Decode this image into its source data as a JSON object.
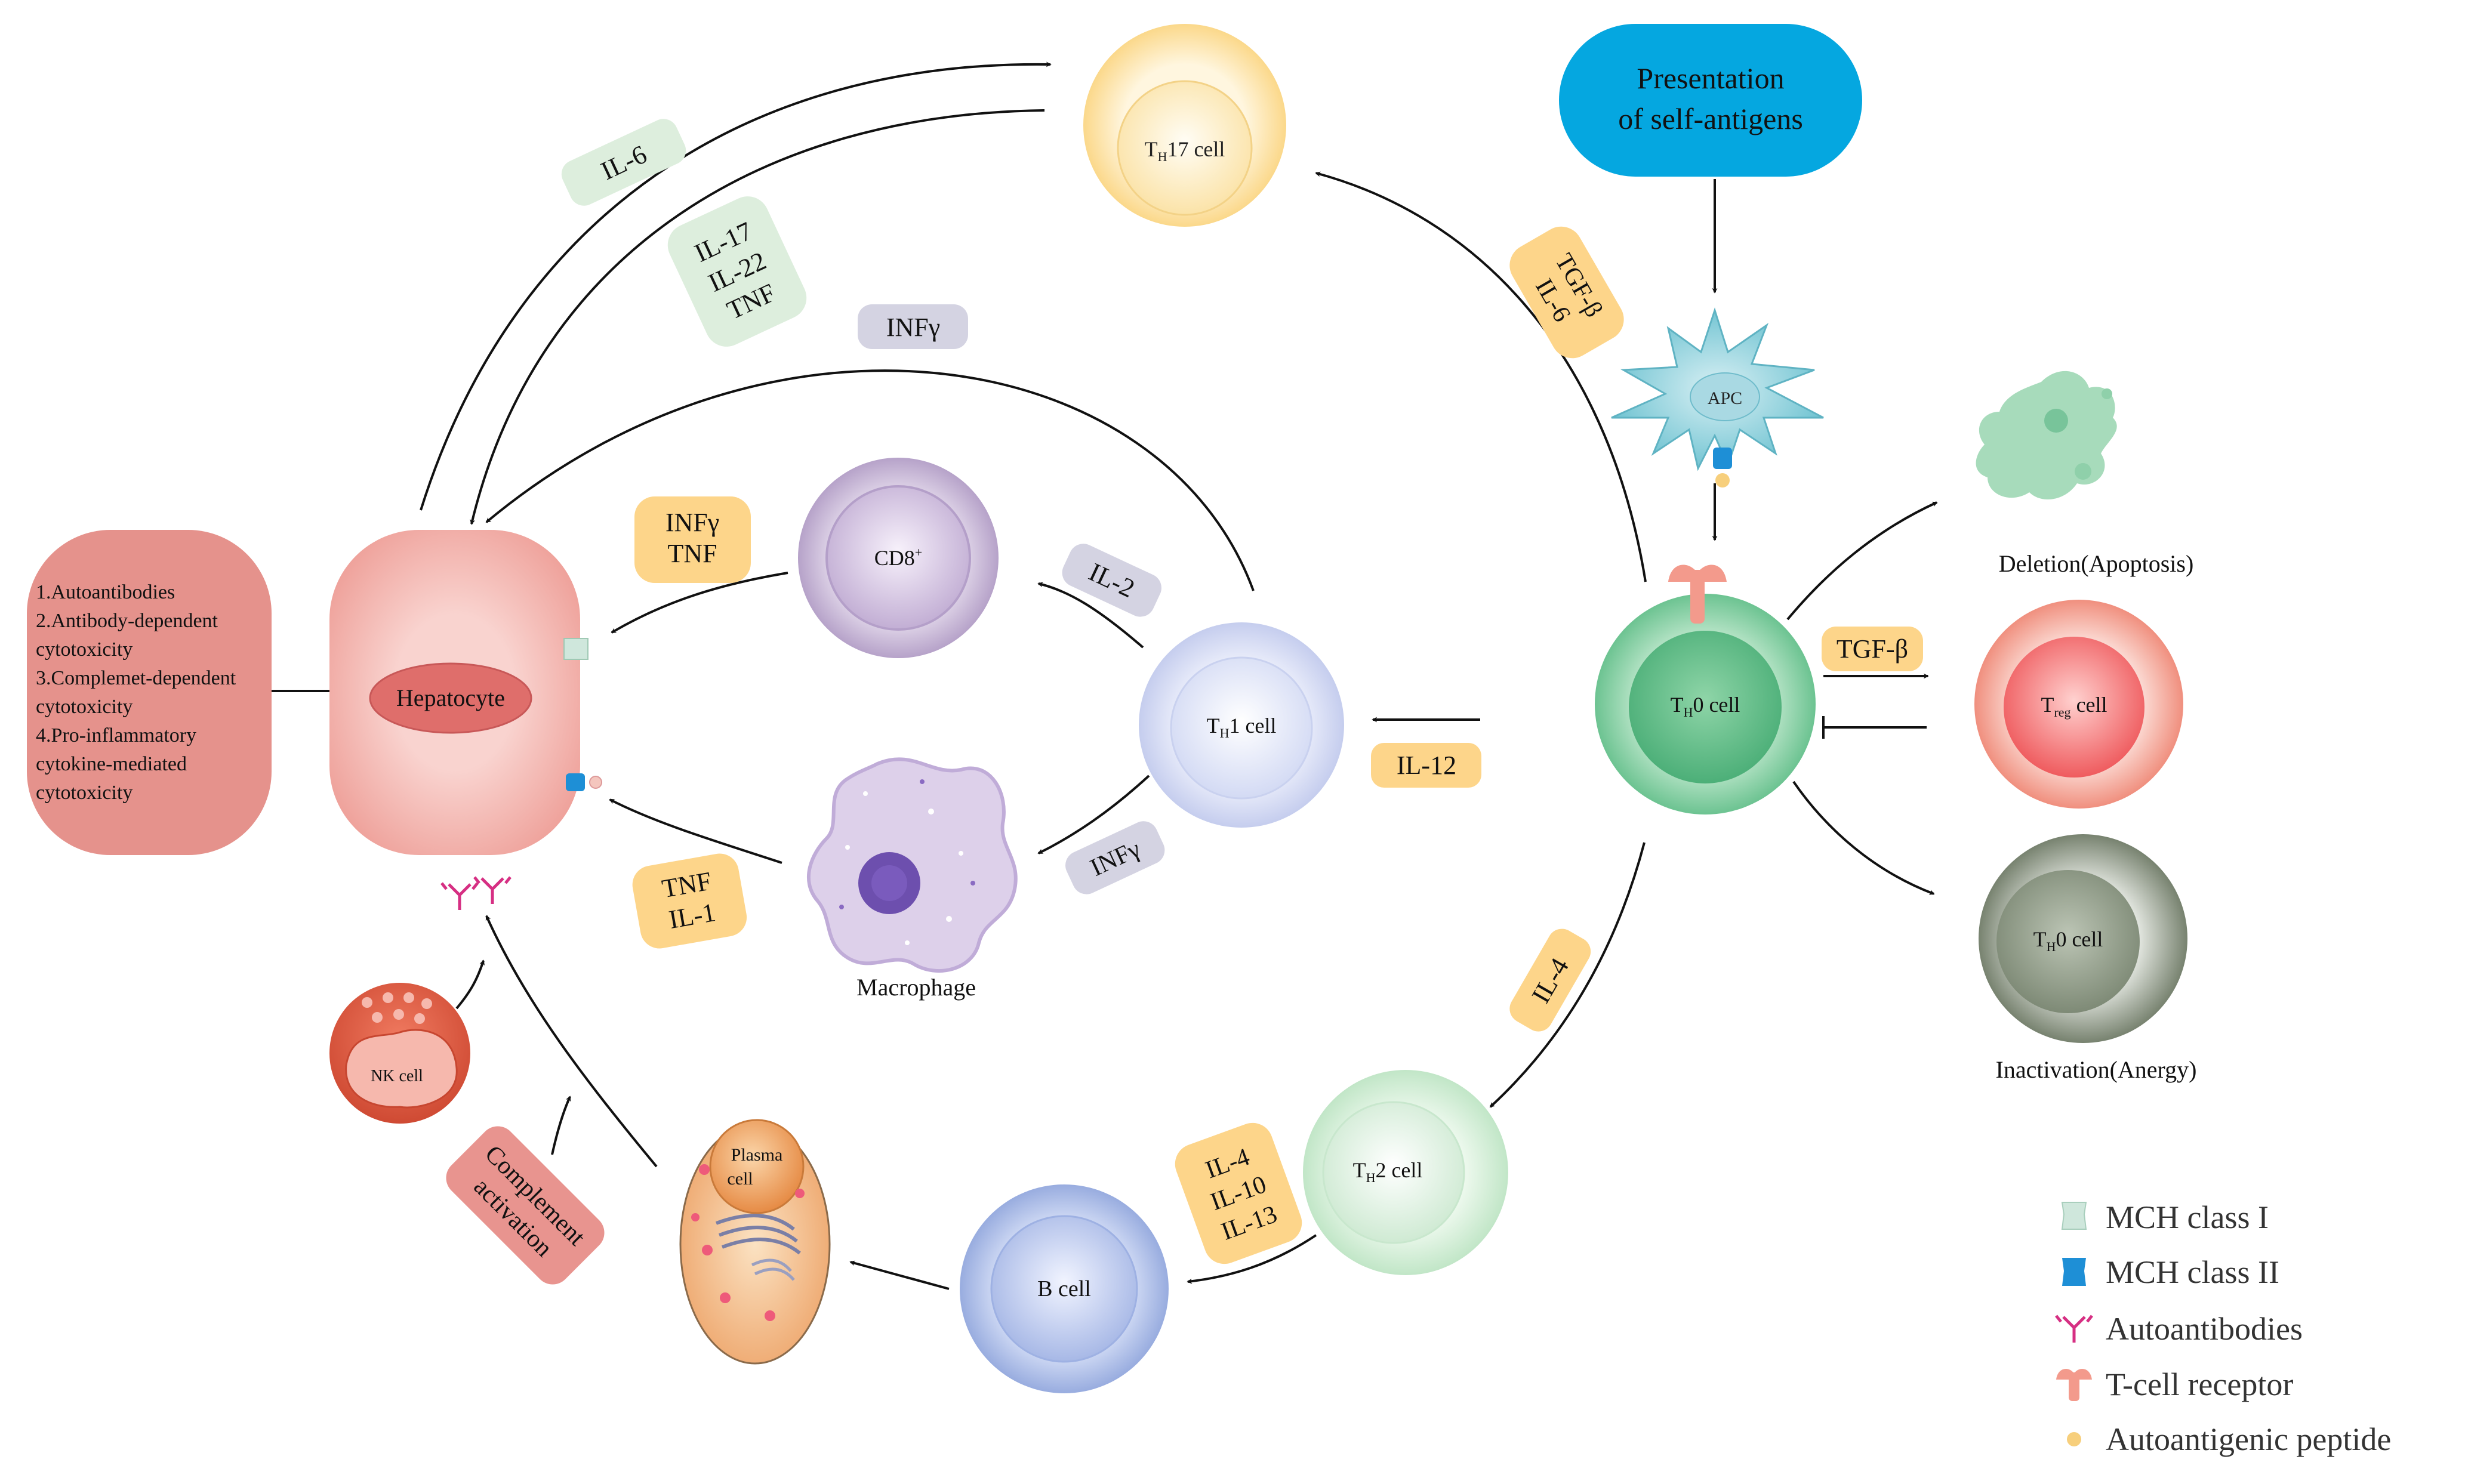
{
  "antigen_box": {
    "line1": "Presentation",
    "line2": "of self-antigens"
  },
  "cells": {
    "th17": {
      "main": "T",
      "sub": "H",
      "rest": "17 cell"
    },
    "th0": {
      "main": "T",
      "sub": "H",
      "rest": "0 cell"
    },
    "th1": {
      "main": "T",
      "sub": "H",
      "rest": "1 cell"
    },
    "th2": {
      "main": "T",
      "sub": "H",
      "rest": "2 cell"
    },
    "treg": {
      "main": "T",
      "sub": "reg",
      "rest": " cell"
    },
    "th0_anergy": {
      "main": "T",
      "sub": "H",
      "rest": "0 cell"
    },
    "cd8": {
      "main": "CD8",
      "sup": "+"
    },
    "b_cell": "B cell",
    "nk_cell": "NK cell",
    "plasma_cell": {
      "line1": "Plasma",
      "line2": "cell"
    },
    "apc": "APC",
    "hepatocyte": "Hepatocyte"
  },
  "captions": {
    "macrophage": "Macrophage",
    "deletion": "Deletion(Apoptosis)",
    "inactivation": "Inactivation(Anergy)"
  },
  "mechanisms": [
    "1.Autoantibodies",
    "2.Antibody-dependent",
    "cytotoxicity",
    "3.Complemet-dependent",
    "cytotoxicity",
    "4.Pro-inflammatory",
    "cytokine-mediated",
    "cytotoxicity"
  ],
  "cytokines": {
    "il6": "IL-6",
    "il17_group": [
      "IL-17",
      "IL-22",
      "TNF"
    ],
    "infg_top": "INFγ",
    "tgfb_il6": [
      "TGF-β",
      "IL-6"
    ],
    "infg_tnf": [
      "INFγ",
      "TNF"
    ],
    "il2": "IL-2",
    "il12": "IL-12",
    "infg_mac": "INFγ",
    "tnf_il1": [
      "TNF",
      "IL-1"
    ],
    "tgfb_treg": "TGF-β",
    "il4": "IL-4",
    "il4_group": [
      "IL-4",
      "IL-10",
      "IL-13"
    ],
    "complement": [
      "Complement",
      "activation"
    ]
  },
  "legend": [
    {
      "icon": "mhc-class-1-icon",
      "label": "MCH class I"
    },
    {
      "icon": "mhc-class-2-icon",
      "label": "MCH class II"
    },
    {
      "icon": "autoantibody-icon",
      "label": "Autoantibodies"
    },
    {
      "icon": "t-cell-receptor-icon",
      "label": "T-cell receptor"
    },
    {
      "icon": "autoantigenic-peptide-icon",
      "label": "Autoantigenic peptide"
    }
  ],
  "colors": {
    "presentation_box": "#05a7e0",
    "orange_label": "#fdd58a",
    "green_label": "#ddeedd",
    "purple_label": "#d4d3e2",
    "complement_label": "#e8948f",
    "hepatocyte": "#f2a8a3",
    "mechanism_box": "#e5928c"
  }
}
